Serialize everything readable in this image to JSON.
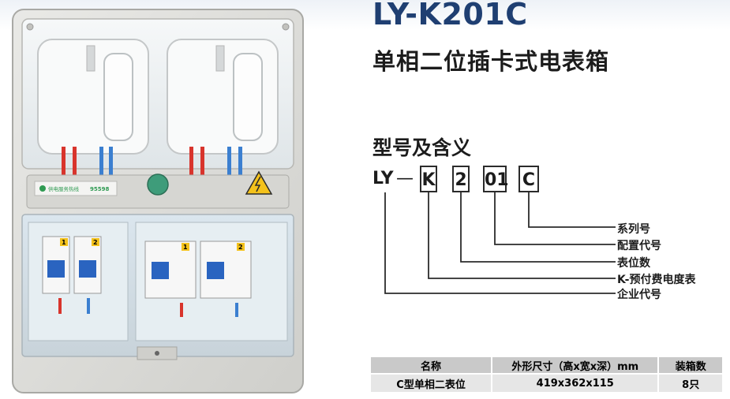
{
  "header": {
    "model": "LY-K201C",
    "product_name": "单相二位插卡式电表箱"
  },
  "photo": {
    "hotline_text": "供电服务热线",
    "hotline_number": "95598",
    "breaker_positions": [
      "1",
      "2",
      "1",
      "2"
    ]
  },
  "model_meaning": {
    "heading": "型号及含义",
    "code": {
      "prefix": "LY",
      "dash": "—",
      "parts": [
        "K",
        "2",
        "01",
        "C"
      ]
    },
    "labels": [
      "系列号",
      "配置代号",
      "表位数",
      "K-预付费电度表",
      "企业代号"
    ]
  },
  "spec_table": {
    "headers": [
      "名称",
      "外形尺寸（高x宽x深）mm",
      "装箱数"
    ],
    "rows": [
      [
        "C型单相二表位",
        "419x362x115",
        "8只"
      ]
    ]
  },
  "colors": {
    "title_blue": "#1f3f72",
    "wire_red": "#d8342c",
    "wire_blue": "#3b7fd0",
    "warning_yellow": "#f4c21b"
  }
}
